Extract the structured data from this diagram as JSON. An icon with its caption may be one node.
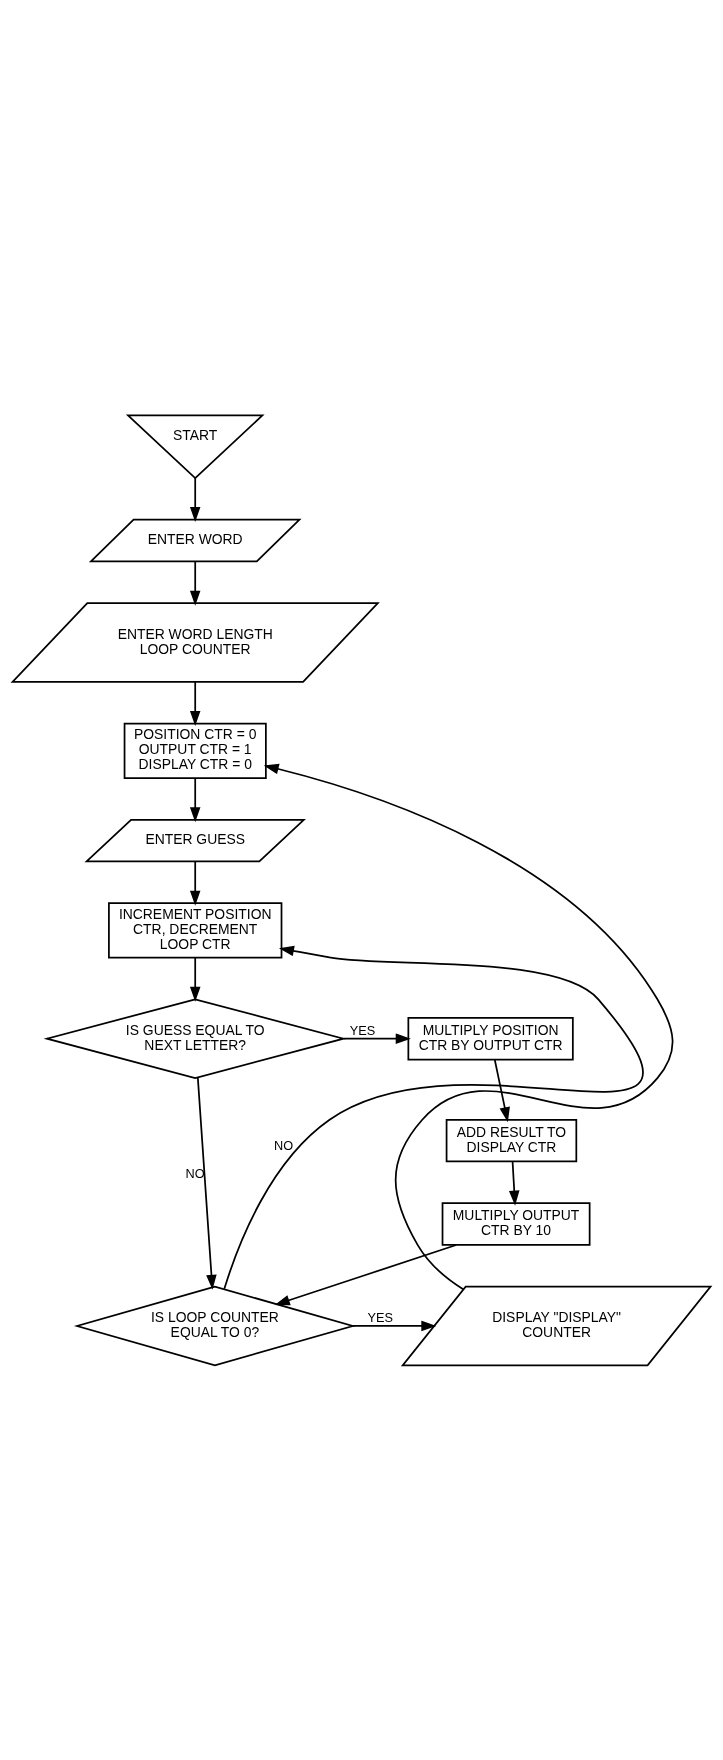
{
  "diagram": {
    "nodes": [
      {
        "text": [
          "START"
        ]
      },
      {
        "text": [
          "ENTER WORD"
        ]
      },
      {
        "text": [
          "ENTER WORD LENGTH LOOP COUNTER"
        ]
      },
      {
        "text": [
          "POSITION CTR = 0",
          "OUTPUT CTR = 1",
          "DISPLAY CTR = 0"
        ]
      },
      {
        "text": [
          "ENTER GUESS"
        ]
      },
      {
        "text": [
          "INCREMENT POSITION CTR, DECREMENT LOOP CTR"
        ]
      },
      {
        "text": [
          "IS GUESS EQUAL TO NEXT LETTER?"
        ]
      },
      {
        "text": [
          "MULTIPLY POSITION CTR BY OUTPUT CTR"
        ]
      },
      {
        "text": [
          "ADD RESULT TO DISPLAY CTR"
        ]
      },
      {
        "text": [
          "MULTIPLY OUTPUT CTR BY 10"
        ]
      },
      {
        "text": [
          "IS LOOP COUNTER EQUAL TO 0?"
        ]
      },
      {
        "text": [
          "DISPLAY \"DISPLAY\" COUNTER"
        ]
      }
    ],
    "edges": [
      {
        "from": 0,
        "to": 1,
        "arrow": "to"
      },
      {
        "from": 1,
        "to": 2,
        "arrow": "to"
      },
      {
        "from": 2,
        "to": 3,
        "arrow": "to"
      },
      {
        "from": 3,
        "to": 4,
        "arrow": "to"
      },
      {
        "from": 4,
        "to": 5,
        "arrow": "to"
      },
      {
        "from": 5,
        "to": 6,
        "arrow": "to"
      },
      {
        "from": 6,
        "to": 7,
        "label": "YES",
        "arrow": "to"
      },
      {
        "from": 7,
        "to": 8,
        "arrow": "to"
      },
      {
        "from": 8,
        "to": 9,
        "arrow": "to"
      },
      {
        "from": 9,
        "to": 10,
        "arrow": "to"
      },
      {
        "from": 6,
        "to": 10,
        "label": "NO",
        "arrow": "to"
      },
      {
        "from": 10,
        "to": 11,
        "label": "YES",
        "arrow": "to"
      },
      {
        "from": 10,
        "to": 5,
        "label": "NO",
        "arrow": "to"
      },
      {
        "from": 11,
        "to": 3,
        "arrow": "to"
      }
    ]
  }
}
